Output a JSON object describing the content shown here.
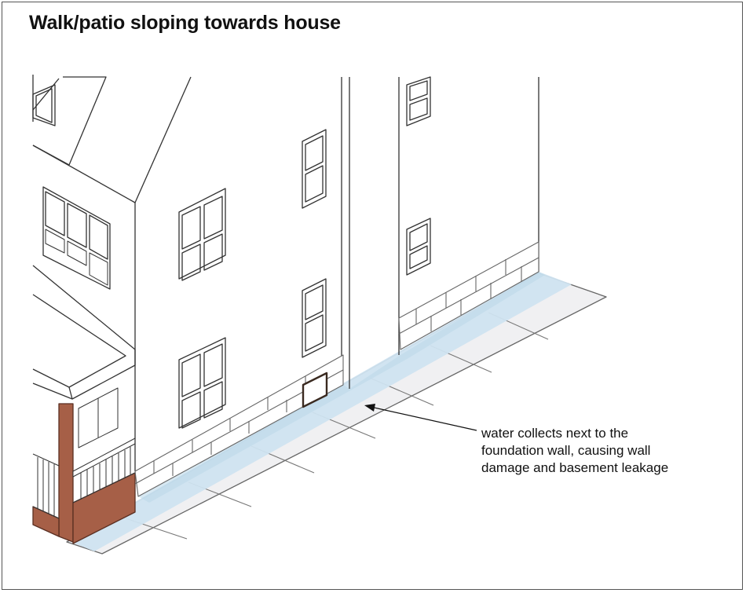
{
  "title": "Walk/patio sloping towards house",
  "callout": {
    "lines": [
      "water collects next to the",
      "foundation wall, causing wall",
      "damage and basement leakage"
    ]
  },
  "colors": {
    "outline": "#333333",
    "walk_fill": "#f0f0f2",
    "water": "#cfe3f0",
    "porch_brick": "#a65f47"
  }
}
